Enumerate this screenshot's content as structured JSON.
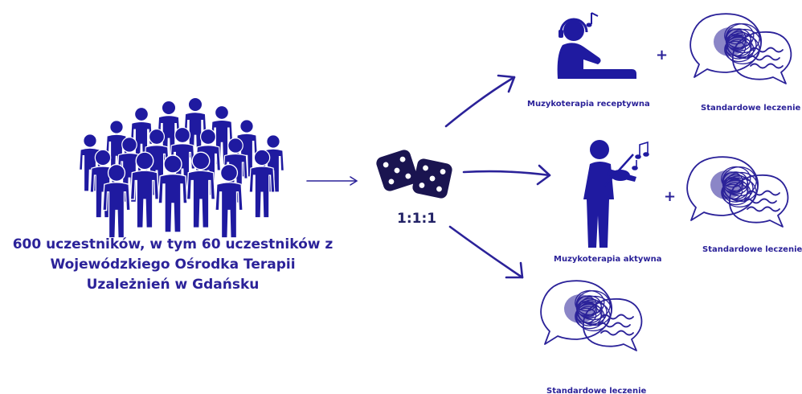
{
  "colors": {
    "primary": "#1f1aa0",
    "ink": "#2b2299",
    "dice": "#1a1450"
  },
  "participants": {
    "caption_line1": "600 uczestników, w tym 60 uczestników z",
    "caption_line2": "Wojewódzkiego Ośrodka Terapii",
    "caption_line3": "Uzależnień w Gdańsku",
    "icon": "crowd-of-people-icon"
  },
  "randomization": {
    "ratio": "1:1:1",
    "icon": "dice-icon"
  },
  "arms": [
    {
      "therapy_label": "Muzykoterapia receptywna",
      "therapy_icon": "person-with-headphones-icon",
      "plus": "+",
      "standard_label": "Standardowe leczenie",
      "standard_icon": "speech-bubbles-icon"
    },
    {
      "therapy_label": "Muzykoterapia aktywna",
      "therapy_icon": "violinist-icon",
      "plus": "+",
      "standard_label": "Standardowe leczenie",
      "standard_icon": "speech-bubbles-icon"
    },
    {
      "standard_label": "Standardowe leczenie",
      "standard_icon": "speech-bubbles-icon"
    }
  ]
}
